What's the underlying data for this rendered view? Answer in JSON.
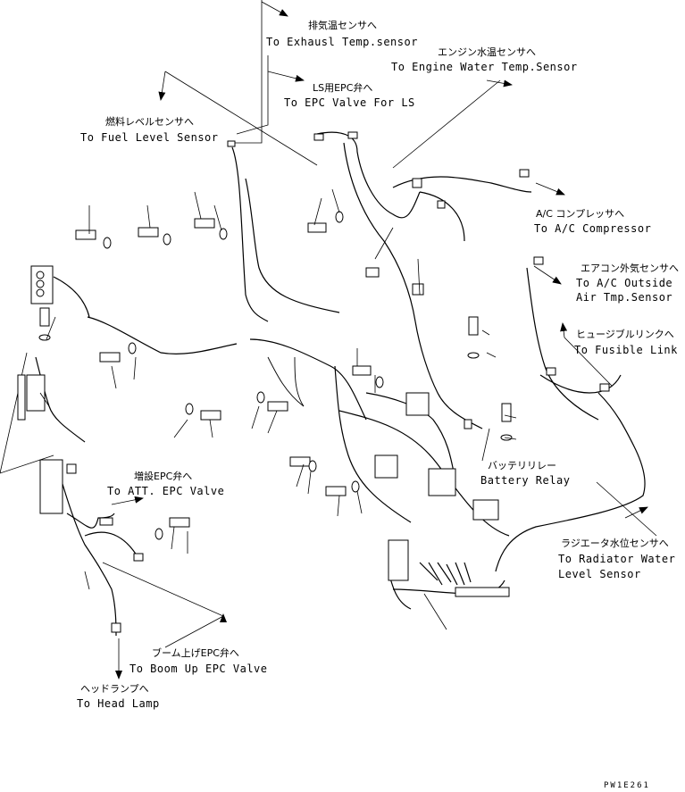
{
  "labels": {
    "exhaust_jp": "排気温センサへ",
    "exhaust_en": "To Exhausl Temp.sensor",
    "engine_water_jp": "エンジン水温センサへ",
    "engine_water_en": "To Engine Water Temp.Sensor",
    "ls_epc_jp": "LS用EPC弁へ",
    "ls_epc_en": "To EPC Valve For LS",
    "fuel_jp": "燃料レベルセンサへ",
    "fuel_en": "To Fuel Level Sensor",
    "ac_comp_jp": "A/C コンプレッサへ",
    "ac_comp_en": "To A/C Compressor",
    "ac_outside_jp": "エアコン外気センサへ",
    "ac_outside_en1": "To A/C Outside",
    "ac_outside_en2": "Air Tmp.Sensor",
    "fusible_jp": "ヒュージブルリンクへ",
    "fusible_en": "To Fusible Link",
    "battery_jp": "バッテリリレー",
    "battery_en": "Battery Relay",
    "att_jp": "増設EPC弁へ",
    "att_en": "To ATT. EPC Valve",
    "radiator_jp": "ラジエータ水位センサへ",
    "radiator_en1": "To Radiator Water",
    "radiator_en2": "Level Sensor",
    "boom_jp": "ブーム上げEPC弁へ",
    "boom_en": "To Boom Up EPC Valve",
    "head_jp": "ヘッドランプへ",
    "head_en": "To Head Lamp"
  },
  "drawing_code": "PW1E261"
}
